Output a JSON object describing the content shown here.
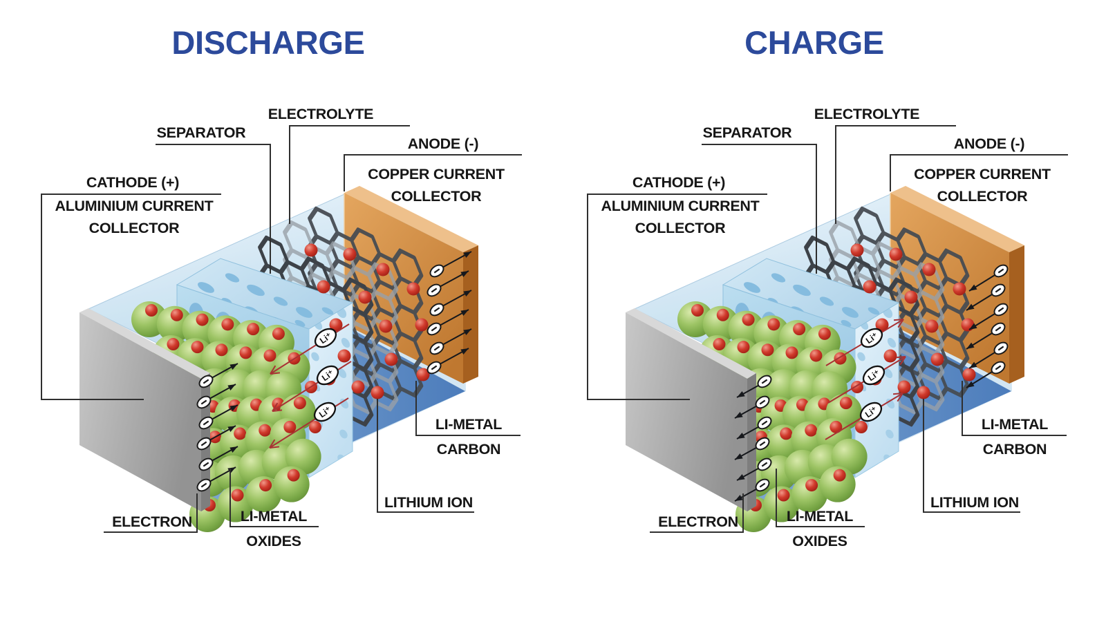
{
  "diagram_title": "Lithium-ion battery discharge and charge diagram",
  "colors": {
    "title_blue": "#2c4a9b",
    "label_black": "#161616",
    "leader_line": "#2f2f2f",
    "copper_orange": "#d0894a",
    "aluminium_gray": "#a7a7a7",
    "electrolyte_blue": "#cfe4f3",
    "separator_blue": "#aed4ec",
    "floor_blue": "#5d87bd",
    "oxide_green": "#8ab757",
    "lithium_red": "#c4302b",
    "graphite_dark": "#41464c",
    "ion_arrow_red": "#a93234",
    "electron_arrow_black": "#16181c"
  },
  "symbols": {
    "lithium_ion_badge": "Li⁺",
    "electron_minus": "−"
  },
  "panels": [
    {
      "title": "DISCHARGE",
      "labels": {
        "separator": "SEPARATOR",
        "electrolyte": "ELECTROLYTE",
        "anode": "ANODE (-)",
        "anode_sub1": "COPPER CURRENT",
        "anode_sub2": "COLLECTOR",
        "cathode": "CATHODE (+)",
        "cathode_sub1": "ALUMINIUM CURRENT",
        "cathode_sub2": "COLLECTOR",
        "electron": "ELECTRON",
        "oxides1": "LI-METAL",
        "oxides2": "OXIDES",
        "carbon1": "LI-METAL",
        "carbon2": "CARBON",
        "lithium_ion": "LITHIUM ION"
      }
    },
    {
      "title": "CHARGE",
      "labels": {
        "separator": "SEPARATOR",
        "electrolyte": "ELECTROLYTE",
        "anode": "ANODE (-)",
        "anode_sub1": "COPPER CURRENT",
        "anode_sub2": "COLLECTOR",
        "cathode": "CATHODE (+)",
        "cathode_sub1": "ALUMINIUM CURRENT",
        "cathode_sub2": "COLLECTOR",
        "electron": "ELECTRON",
        "oxides1": "LI-METAL",
        "oxides2": "OXIDES",
        "carbon1": "LI-METAL",
        "carbon2": "CARBON",
        "lithium_ion": "LITHIUM ION"
      }
    }
  ]
}
